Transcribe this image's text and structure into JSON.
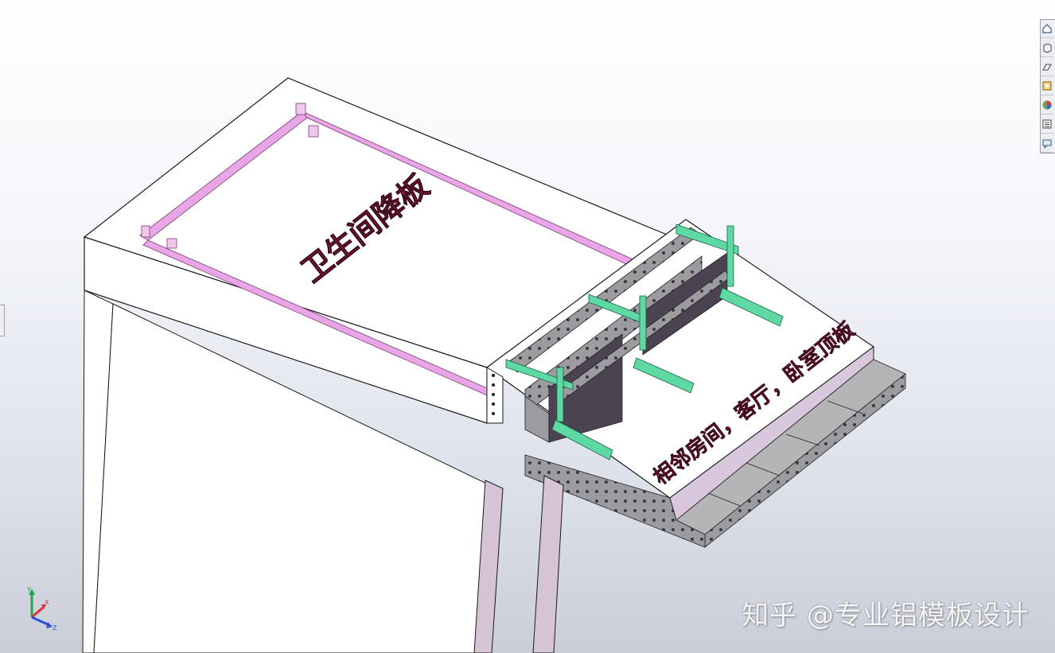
{
  "labels": {
    "bathroom_drop_slab": "卫生间降板",
    "adjacent_rooms": "相邻房间，客厅，卧室顶板"
  },
  "watermark": "知乎 @专业铝模板设计",
  "triad_axes": {
    "y": "Y",
    "x": "X",
    "z": "Z"
  },
  "toolbar": {
    "icons": [
      "home-view-icon",
      "3d-box-icon",
      "section-view-icon",
      "display-style-icon",
      "appearance-icon",
      "scene-icon",
      "view-settings-icon"
    ]
  },
  "colors": {
    "frame_pink": "#e9a6e6",
    "bracket_green": "#5fd9a3",
    "label_red": "#9b1a4a",
    "formwork_gray": "#a9a9ab",
    "panel_dark": "#4b4352",
    "column_lilac": "#d6c4d6"
  }
}
